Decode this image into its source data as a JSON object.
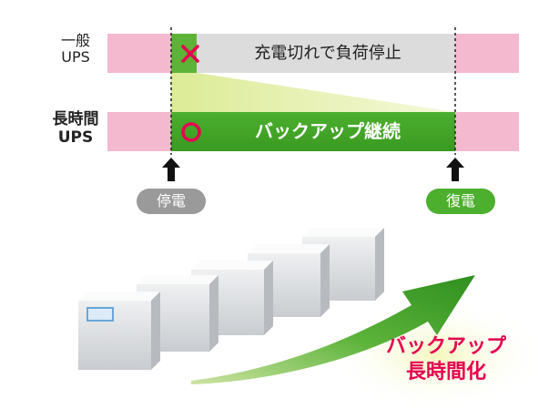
{
  "rows": {
    "general": {
      "label_line1": "一般",
      "label_line2": "UPS",
      "status_text": "充電切れで負荷停止"
    },
    "long": {
      "label_line1": "長時間",
      "label_line2": "UPS",
      "status_text": "バックアップ継続"
    }
  },
  "events": {
    "outage": "停電",
    "recovery": "復電"
  },
  "result": {
    "line1": "バックアップ",
    "line2": "長時間化"
  },
  "colors": {
    "pink": "#f4b8cf",
    "gray_bar": "#dcdcdc",
    "green": "#4caf2e",
    "red_mark": "#e5004f",
    "pill_gray": "#9a9a9a"
  },
  "icons": {
    "general_status": "cross-icon",
    "long_status": "circle-icon",
    "event_marker": "arrow-up-icon",
    "growth": "curved-arrow-icon",
    "units": "ups-box-icon"
  }
}
